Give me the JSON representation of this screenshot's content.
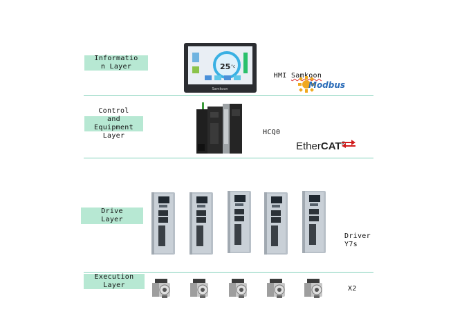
{
  "layers": [
    {
      "label": "Informatio\nn Layer",
      "device": "HMI Samkoon"
    },
    {
      "label": "Control\nand\nEquipment\nLayer",
      "device": "HCQ0"
    },
    {
      "label": "Drive\nLayer",
      "device": "Driver\nY7s"
    },
    {
      "label": "Execution\nLayer",
      "device": "X2"
    }
  ],
  "hmi_screen": {
    "temperature": "25",
    "unit": "°c",
    "brand": "Samkoon"
  },
  "protocols": {
    "modbus": "Modbus",
    "ethercat_a": "Ether",
    "ethercat_b": "CAT",
    "ethercat_mark": "®"
  },
  "colors": {
    "label_bg": "#b7e8d3",
    "divider": "#7fcfb8",
    "modbus_blue": "#2a6bb8",
    "ethercat_red": "#d11c1c"
  },
  "icons": [
    "hmi-panel-icon",
    "plc-controller-icon",
    "servo-drive-icon",
    "servo-motor-icon",
    "modbus-logo-icon",
    "ethercat-logo-icon"
  ]
}
